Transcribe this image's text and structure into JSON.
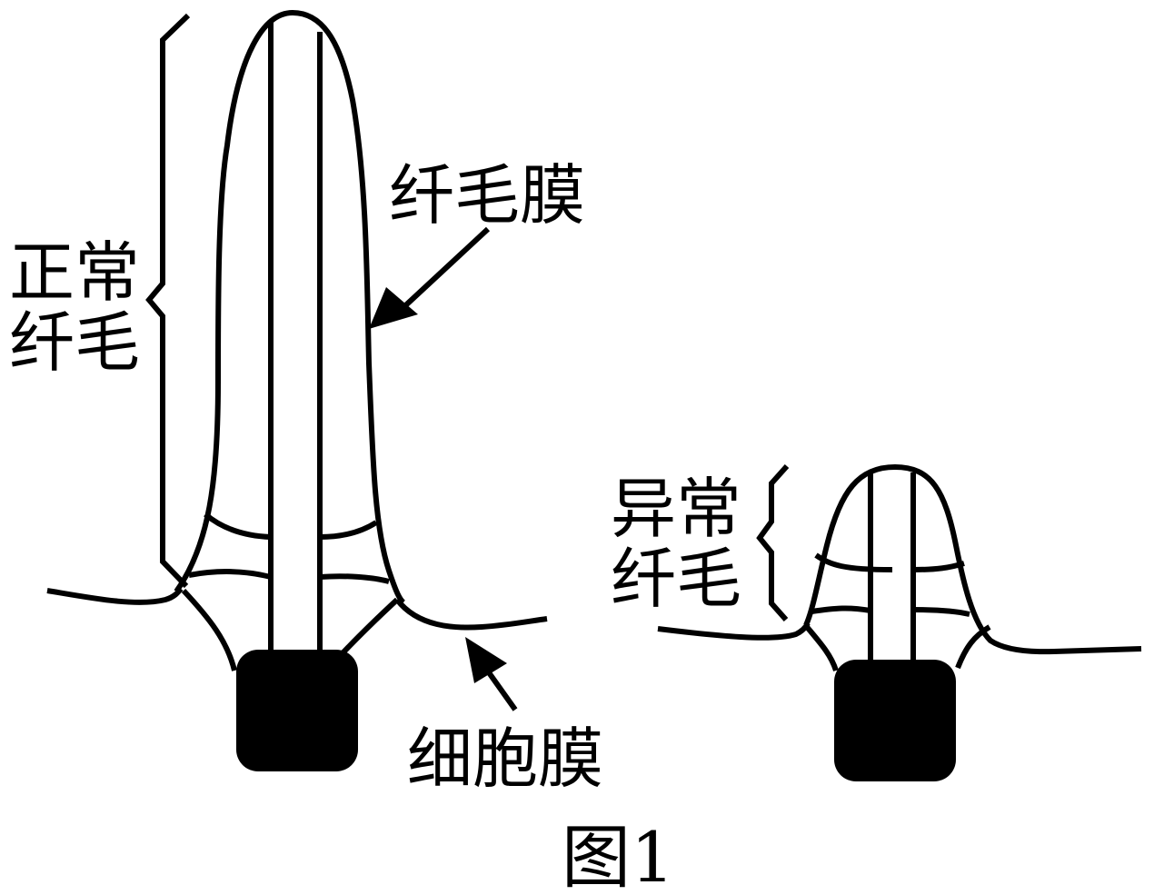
{
  "figure": {
    "caption": "图1",
    "stroke_color": "#000000",
    "background": "#ffffff"
  },
  "labels": {
    "normal_cilium_line1": "正常",
    "normal_cilium_line2": "纤毛",
    "ciliary_membrane": "纤毛膜",
    "cell_membrane": "细胞膜",
    "abnormal_cilium_line1": "异常",
    "abnormal_cilium_line2": "纤毛"
  }
}
